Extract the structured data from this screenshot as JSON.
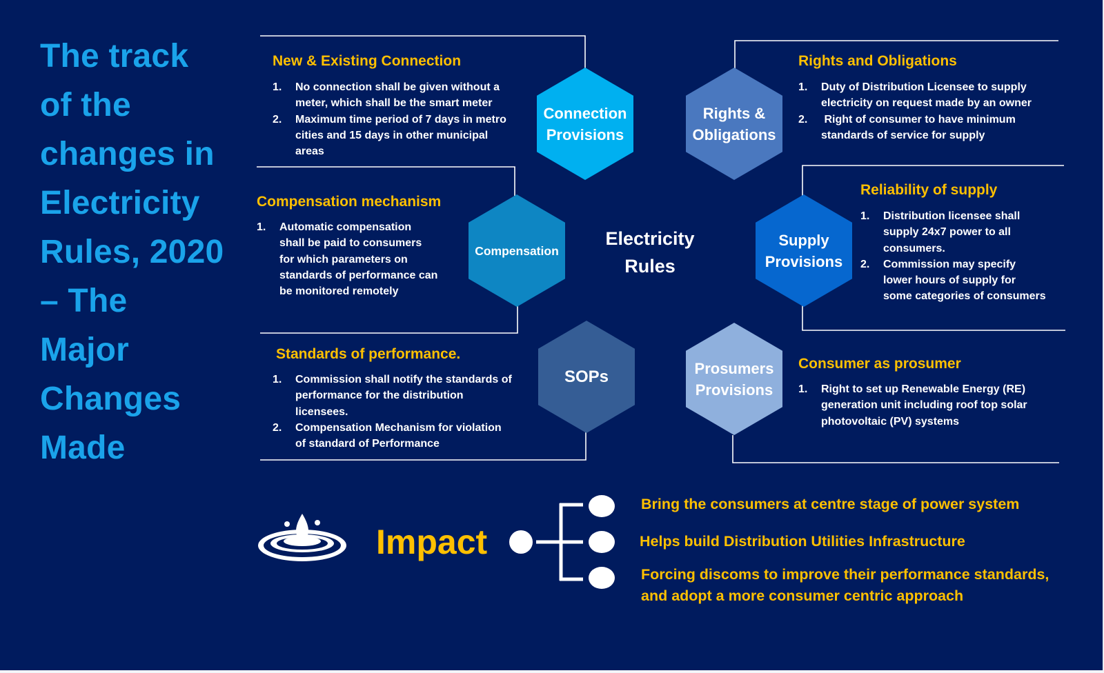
{
  "title_lines": [
    "The track",
    "of the",
    "changes in",
    "Electricity",
    "Rules, 2020",
    "– The",
    "Major",
    "Changes",
    "Made"
  ],
  "center_label": [
    "Electricity",
    "Rules"
  ],
  "hexagons": {
    "connection": {
      "lines": [
        "Connection",
        "Provisions"
      ],
      "color": "#00b0f0"
    },
    "rights": {
      "lines": [
        "Rights &",
        "Obligations"
      ],
      "color": "#4a78bf"
    },
    "compensation": {
      "lines": [
        "Compensation"
      ],
      "color": "#0e86c3"
    },
    "supply": {
      "lines": [
        "Supply",
        "Provisions"
      ],
      "color": "#0667cf"
    },
    "sops": {
      "lines": [
        "SOPs"
      ],
      "color": "#355d95"
    },
    "prosumers": {
      "lines": [
        "Prosumers",
        "Provisions"
      ],
      "color": "#8fb0dd"
    }
  },
  "sections": {
    "connection": {
      "title": "New & Existing Connection",
      "items": [
        {
          "num": "1.",
          "lines": [
            "No connection shall be given without a",
            "meter, which shall be the smart meter"
          ]
        },
        {
          "num": "2.",
          "lines": [
            "Maximum time period of 7 days in metro",
            "cities and 15 days in other municipal",
            "areas"
          ]
        }
      ]
    },
    "rights": {
      "title": "Rights and Obligations",
      "items": [
        {
          "num": "1.",
          "lines": [
            "Duty of Distribution Licensee to supply",
            "electricity on request made by an owner"
          ]
        },
        {
          "num": "2.",
          "lines": [
            " Right of consumer to have minimum",
            "standards of service for supply"
          ]
        }
      ]
    },
    "compensation": {
      "title": "Compensation mechanism",
      "items": [
        {
          "num": "1.",
          "lines": [
            "Automatic compensation",
            "shall be paid to consumers",
            "for which parameters on",
            "standards of performance can",
            "be monitored remotely"
          ]
        }
      ]
    },
    "supply": {
      "title": "Reliability of supply",
      "items": [
        {
          "num": "1.",
          "lines": [
            "Distribution licensee shall",
            "supply 24x7 power to all",
            "consumers."
          ]
        },
        {
          "num": "2.",
          "lines": [
            "Commission may specify",
            "lower hours of supply for",
            "some categories of consumers"
          ]
        }
      ]
    },
    "sops": {
      "title": "Standards of performance.",
      "items": [
        {
          "num": "1.",
          "lines": [
            "Commission shall notify the standards of",
            "performance for the distribution",
            "licensees."
          ]
        },
        {
          "num": "2.",
          "lines": [
            "Compensation Mechanism for violation",
            "of standard of Performance"
          ]
        }
      ]
    },
    "prosumer": {
      "title": "Consumer as prosumer",
      "items": [
        {
          "num": "1.",
          "lines": [
            "Right to set up Renewable Energy (RE)",
            "generation unit including roof top solar",
            "photovoltaic (PV) systems"
          ]
        }
      ]
    }
  },
  "impact": {
    "label": "Impact",
    "items": [
      {
        "lines": [
          "Bring the consumers at centre stage of power system"
        ]
      },
      {
        "lines": [
          "Helps build Distribution Utilities Infrastructure"
        ]
      },
      {
        "lines": [
          "Forcing discoms to improve their performance standards,",
          "and adopt a more consumer centric approach"
        ]
      }
    ]
  },
  "colors": {
    "background": "#001b5e",
    "title": "#1aa3ea",
    "accent": "#ffc000",
    "text": "#ffffff"
  },
  "icons": {
    "impact": "water-drop-ripple-icon",
    "tree": "branch-tree-icon"
  }
}
